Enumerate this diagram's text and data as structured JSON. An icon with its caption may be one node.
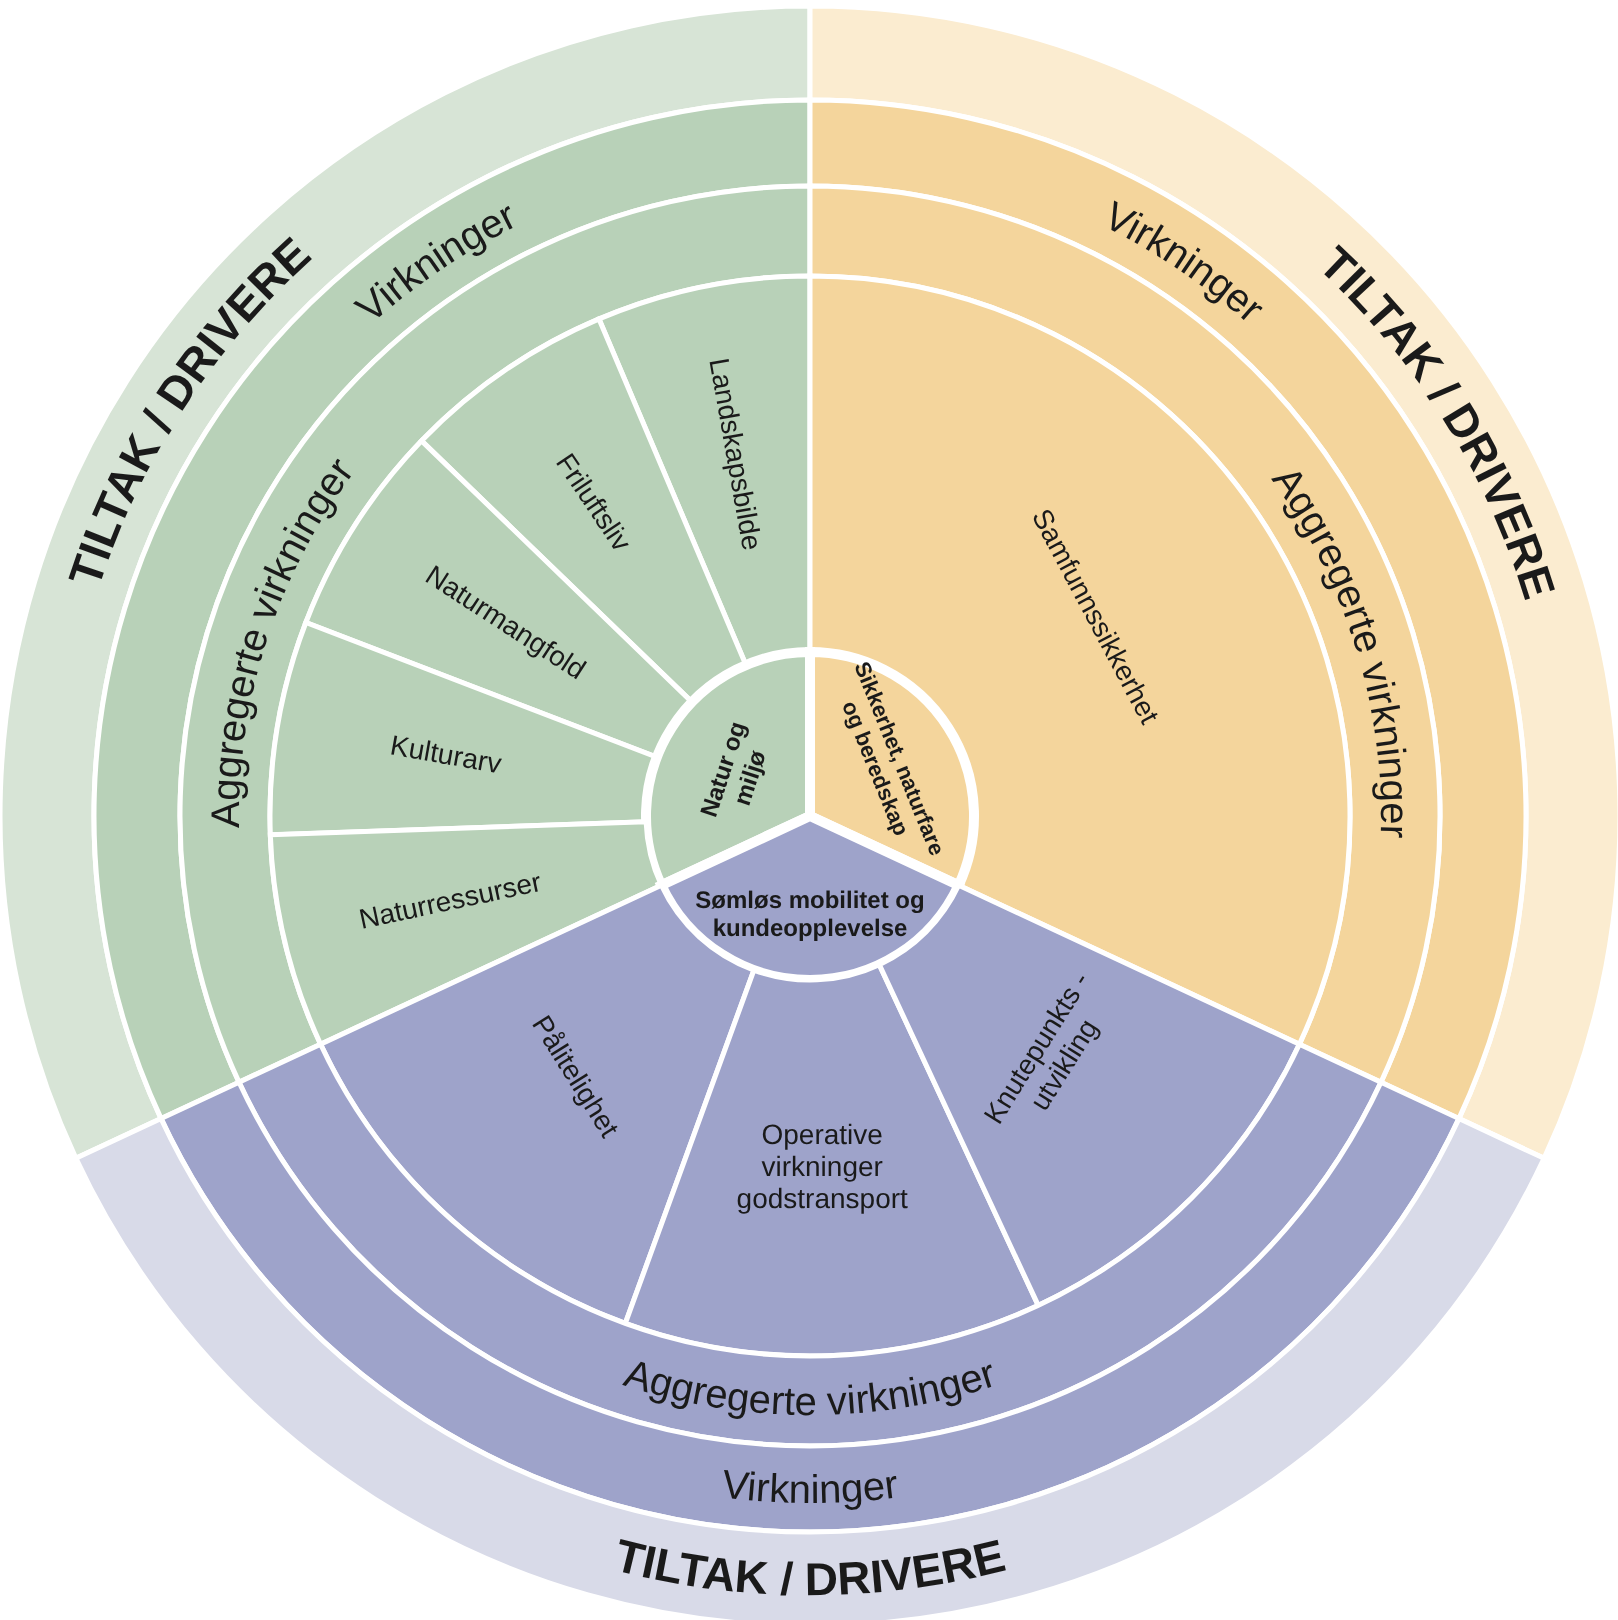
{
  "diagram": {
    "nodes": [
      {
        "text": [
          "TILTAK / DRIVERE"
        ]
      },
      {
        "text": [
          "TILTAK / DRIVERE"
        ]
      },
      {
        "text": [
          "Virkninger"
        ]
      },
      {
        "text": [
          "Virkninger"
        ]
      },
      {
        "text": [
          "Aggregerte virkninger"
        ]
      },
      {
        "text": [
          "Aggregerte virkninger"
        ]
      },
      {
        "text": [
          "Landskapsbilde"
        ]
      },
      {
        "text": [
          "Friluftsliv"
        ]
      },
      {
        "text": [
          "Naturmangfold"
        ]
      },
      {
        "text": [
          "Samfunnssikkerhet"
        ]
      },
      {
        "text": [
          "Kulturarv"
        ]
      },
      {
        "text": [
          "Natur og miljø"
        ]
      },
      {
        "text": [
          "Sikkerhet, naturfare og beredskap"
        ]
      },
      {
        "text": [
          "Naturressurser"
        ]
      },
      {
        "text": [
          "Sømløs mobilitet og kundeopplevelse"
        ]
      },
      {
        "text": [
          "Pålitelighet"
        ]
      },
      {
        "text": [
          "Operative virkninger godstransport"
        ]
      },
      {
        "text": [
          "Knutepunkts -utvikling"
        ]
      },
      {
        "text": [
          "Aggregerte virkninger"
        ]
      },
      {
        "text": [
          "Virkninger"
        ]
      },
      {
        "text": [
          "TILTAK / DRIVERE"
        ]
      }
    ]
  }
}
